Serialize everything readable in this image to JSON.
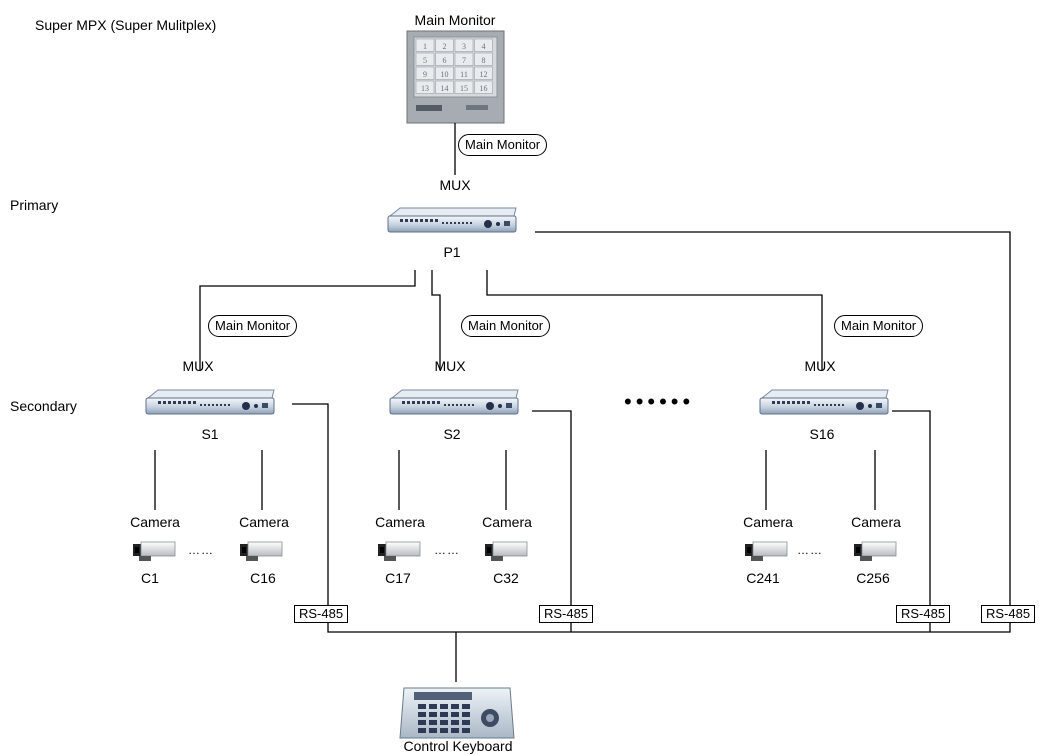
{
  "title": "Super MPX (Super Mulitplex)",
  "tiers": {
    "primary": "Primary",
    "secondary": "Secondary"
  },
  "main_monitor": {
    "label": "Main Monitor",
    "cells": [
      "1",
      "2",
      "3",
      "4",
      "5",
      "6",
      "7",
      "8",
      "9",
      "10",
      "11",
      "12",
      "13",
      "14",
      "15",
      "16"
    ]
  },
  "link_labels": {
    "main_monitor": "Main Monitor",
    "mux": "MUX",
    "rs485": "RS-485",
    "camera": "Camera"
  },
  "primary_unit": {
    "name": "P1"
  },
  "secondary_units": [
    {
      "name": "S1",
      "cameras": [
        "C1",
        "C16"
      ]
    },
    {
      "name": "S2",
      "cameras": [
        "C17",
        "C32"
      ]
    },
    {
      "name": "S16",
      "cameras": [
        "C241",
        "C256"
      ]
    }
  ],
  "ellipsis_small": "……",
  "ellipsis_large": "••••••",
  "control": {
    "label": "Control Keyboard"
  }
}
